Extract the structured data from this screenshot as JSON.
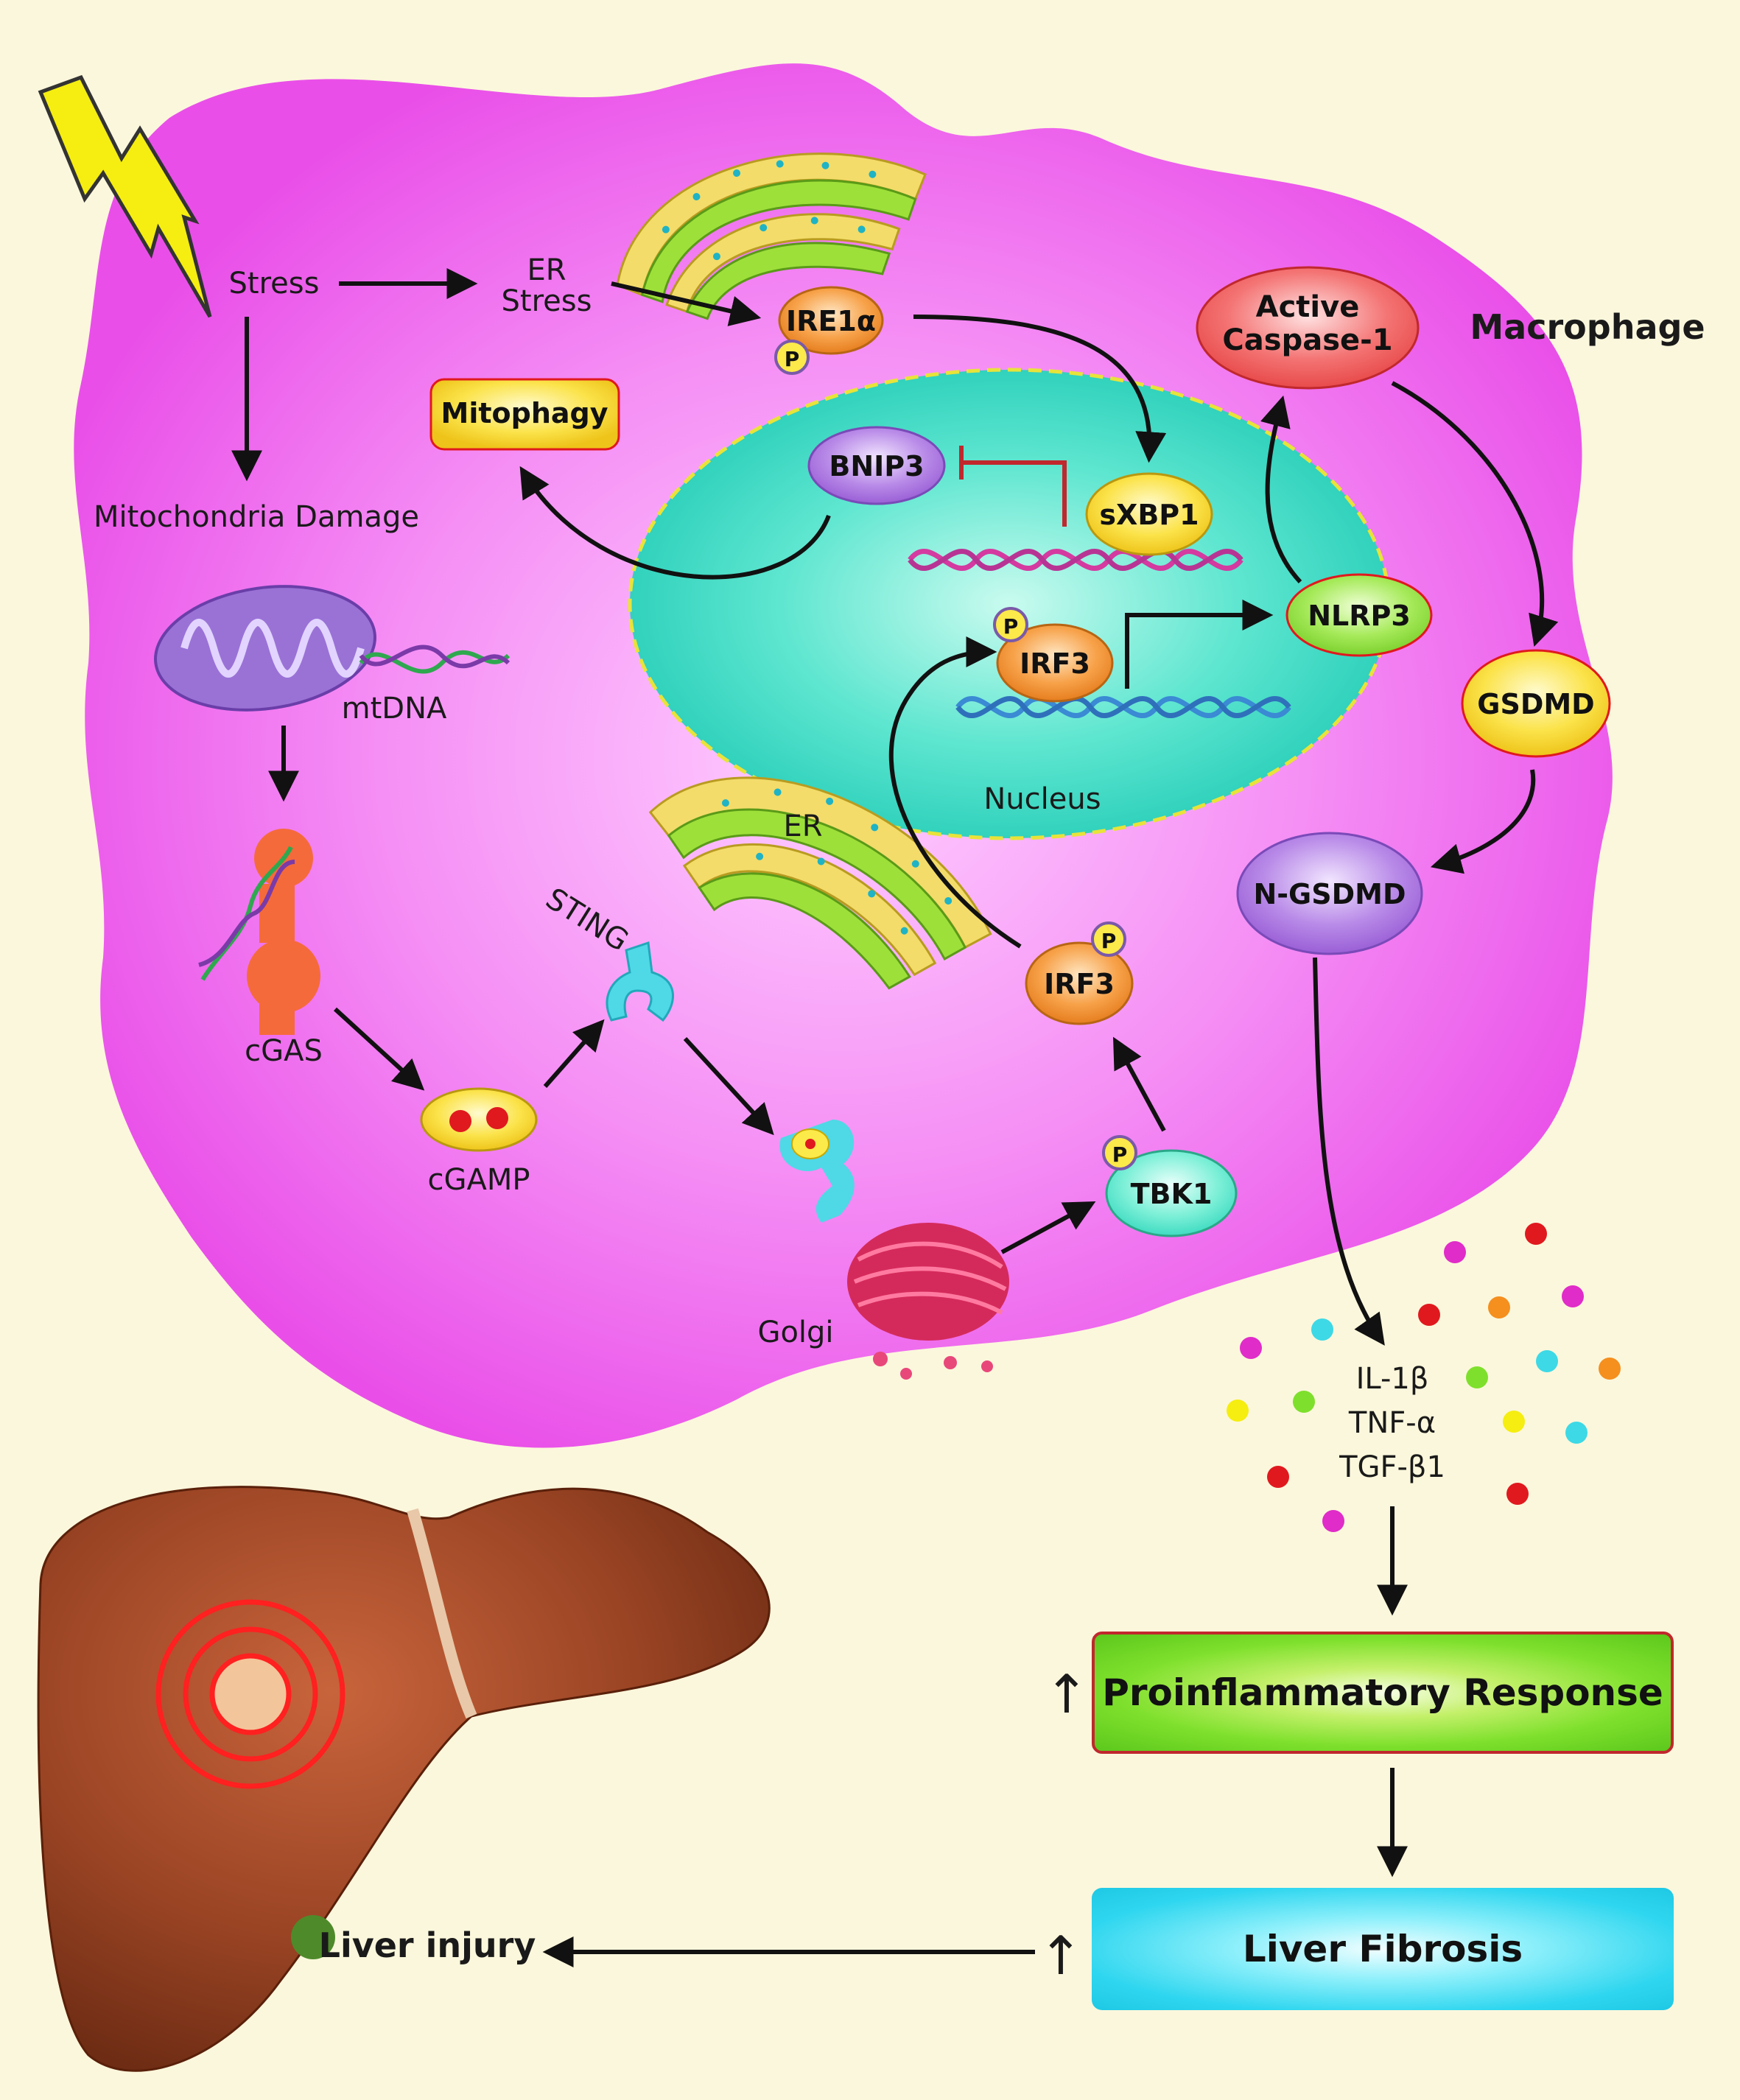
{
  "labels": {
    "stress": "Stress",
    "er_stress_line1": "ER",
    "er_stress_line2": "Stress",
    "ire1a": "IRE1α",
    "mitophagy": "Mitophagy",
    "bnip3": "BNIP3",
    "sxbp1": "sXBP1",
    "active_caspase_line1": "Active",
    "active_caspase_line2": "Caspase-1",
    "macrophage": "Macrophage",
    "mito_damage": "Mitochondria Damage",
    "mtdna": "mtDNA",
    "nlrp3": "NLRP3",
    "irf3_nucleus": "IRF3",
    "gsdmd": "GSDMD",
    "nucleus": "Nucleus",
    "er": "ER",
    "sting": "STING",
    "n_gsdmd": "N-GSDMD",
    "irf3_cyto": "IRF3",
    "cgas": "cGAS",
    "cgamp": "cGAMP",
    "tbk1": "TBK1",
    "golgi": "Golgi",
    "il1b": "IL-1β",
    "tnfa": "TNF-α",
    "tgfb1": "TGF-β1",
    "phospho": "P",
    "proinflammatory": "Proinflammatory Response",
    "liver_fibrosis": "Liver Fibrosis",
    "liver_injury": "Liver injury",
    "up_arrow": "↑"
  },
  "colors": {
    "background": "#fbf7dc",
    "cell": "#ee66ee",
    "nucleus": "#35d9c3",
    "nucleus_border": "#e8e33a",
    "proinflammatory_border": "#c0282d",
    "inhibition": "#c0282d"
  },
  "icons": [
    "lightning-bolt-icon",
    "endoplasmic-reticulum-icon",
    "mitochondrion-icon",
    "dna-icon",
    "golgi-icon",
    "sting-receptor-icon",
    "liver-illustration"
  ]
}
